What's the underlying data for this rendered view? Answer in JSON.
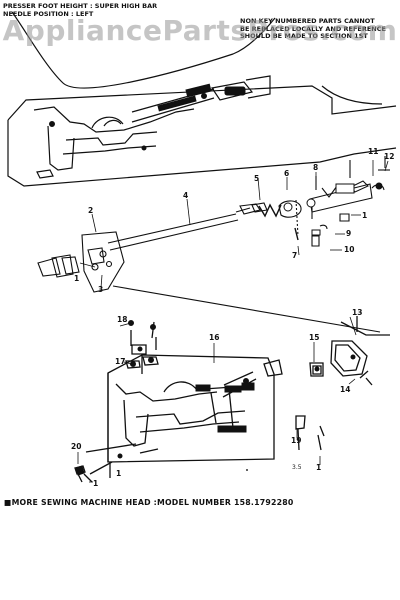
{
  "header": {
    "left_notes": [
      "PRESSER FOOT HEIGHT : SUPER HIGH BAR",
      "NEEDLE POSITION : LEFT"
    ],
    "right_notes": [
      "NON KEY NUMBERED PARTS CANNOT",
      "BE REPLACED LOCALLY AND REFERENCE",
      "SHOULD BE MADE TO SECTION 1ST"
    ]
  },
  "watermark": "AppliancePartsPros.com",
  "footer": {
    "prefix": "■MORE SEWING MACHINE HEAD :",
    "model": "MODEL NUMBER 158.1792280"
  },
  "callouts": [
    {
      "id": "1a",
      "text": "1"
    },
    {
      "id": "2",
      "text": "2"
    },
    {
      "id": "3",
      "text": "3"
    },
    {
      "id": "4",
      "text": "4"
    },
    {
      "id": "5",
      "text": "5"
    },
    {
      "id": "6",
      "text": "6"
    },
    {
      "id": "7",
      "text": "7"
    },
    {
      "id": "8",
      "text": "8"
    },
    {
      "id": "9",
      "text": "9"
    },
    {
      "id": "10",
      "text": "10"
    },
    {
      "id": "11",
      "text": "11"
    },
    {
      "id": "12",
      "text": "12"
    },
    {
      "id": "1b",
      "text": "1"
    },
    {
      "id": "13",
      "text": "13"
    },
    {
      "id": "14",
      "text": "14"
    },
    {
      "id": "15",
      "text": "15"
    },
    {
      "id": "16",
      "text": "16"
    },
    {
      "id": "17",
      "text": "17"
    },
    {
      "id": "18",
      "text": "18"
    },
    {
      "id": "19",
      "text": "19"
    },
    {
      "id": "1c",
      "text": "1"
    },
    {
      "id": "20",
      "text": "20"
    },
    {
      "id": "1d",
      "text": "1"
    },
    {
      "id": "1e",
      "text": "1"
    }
  ],
  "corner_mark": "3.5",
  "colors": {
    "ink": "#111111",
    "paper": "#ffffff",
    "watermark": "#969696"
  }
}
